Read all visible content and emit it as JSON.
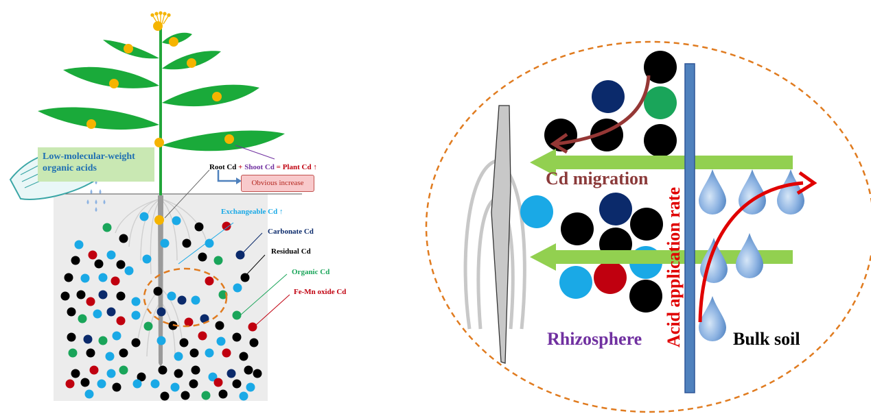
{
  "colors": {
    "leaf": "#1aaa3a",
    "stem": "#22a63a",
    "flower": "#f5b400",
    "exchangeable": "#1aa9e6",
    "carbonate": "#0b2a6b",
    "residual": "#000000",
    "organic": "#1aa55a",
    "femn": "#c0000f",
    "arrow_green": "#92d050",
    "acid_bar": "#4f81bd",
    "dash_orange": "#e07b1f",
    "cd_migration": "#8b3a3a",
    "rhizosphere": "#7030a0",
    "acid_rate": "#e00000"
  },
  "left_panel": {
    "acid_label": "Low-molecular-weight organic acids",
    "equation": {
      "root": "Root Cd",
      "plus": "+",
      "shoot": "Shoot Cd",
      "equals": "=",
      "plant": "Plant Cd",
      "arrow": "↑"
    },
    "obvious_label": "Obvious increase",
    "legend": {
      "exchangeable": "Exchangeable Cd ↑",
      "carbonate": "Carbonate Cd",
      "residual": "Residual Cd",
      "organic": "Organic Cd",
      "femn": "Fe-Mn oxide Cd"
    }
  },
  "right_panel": {
    "cd_migration": "Cd migration",
    "acid_rate": "Acid application rate",
    "rhizosphere": "Rhizosphere",
    "bulk_soil": "Bulk soil"
  }
}
